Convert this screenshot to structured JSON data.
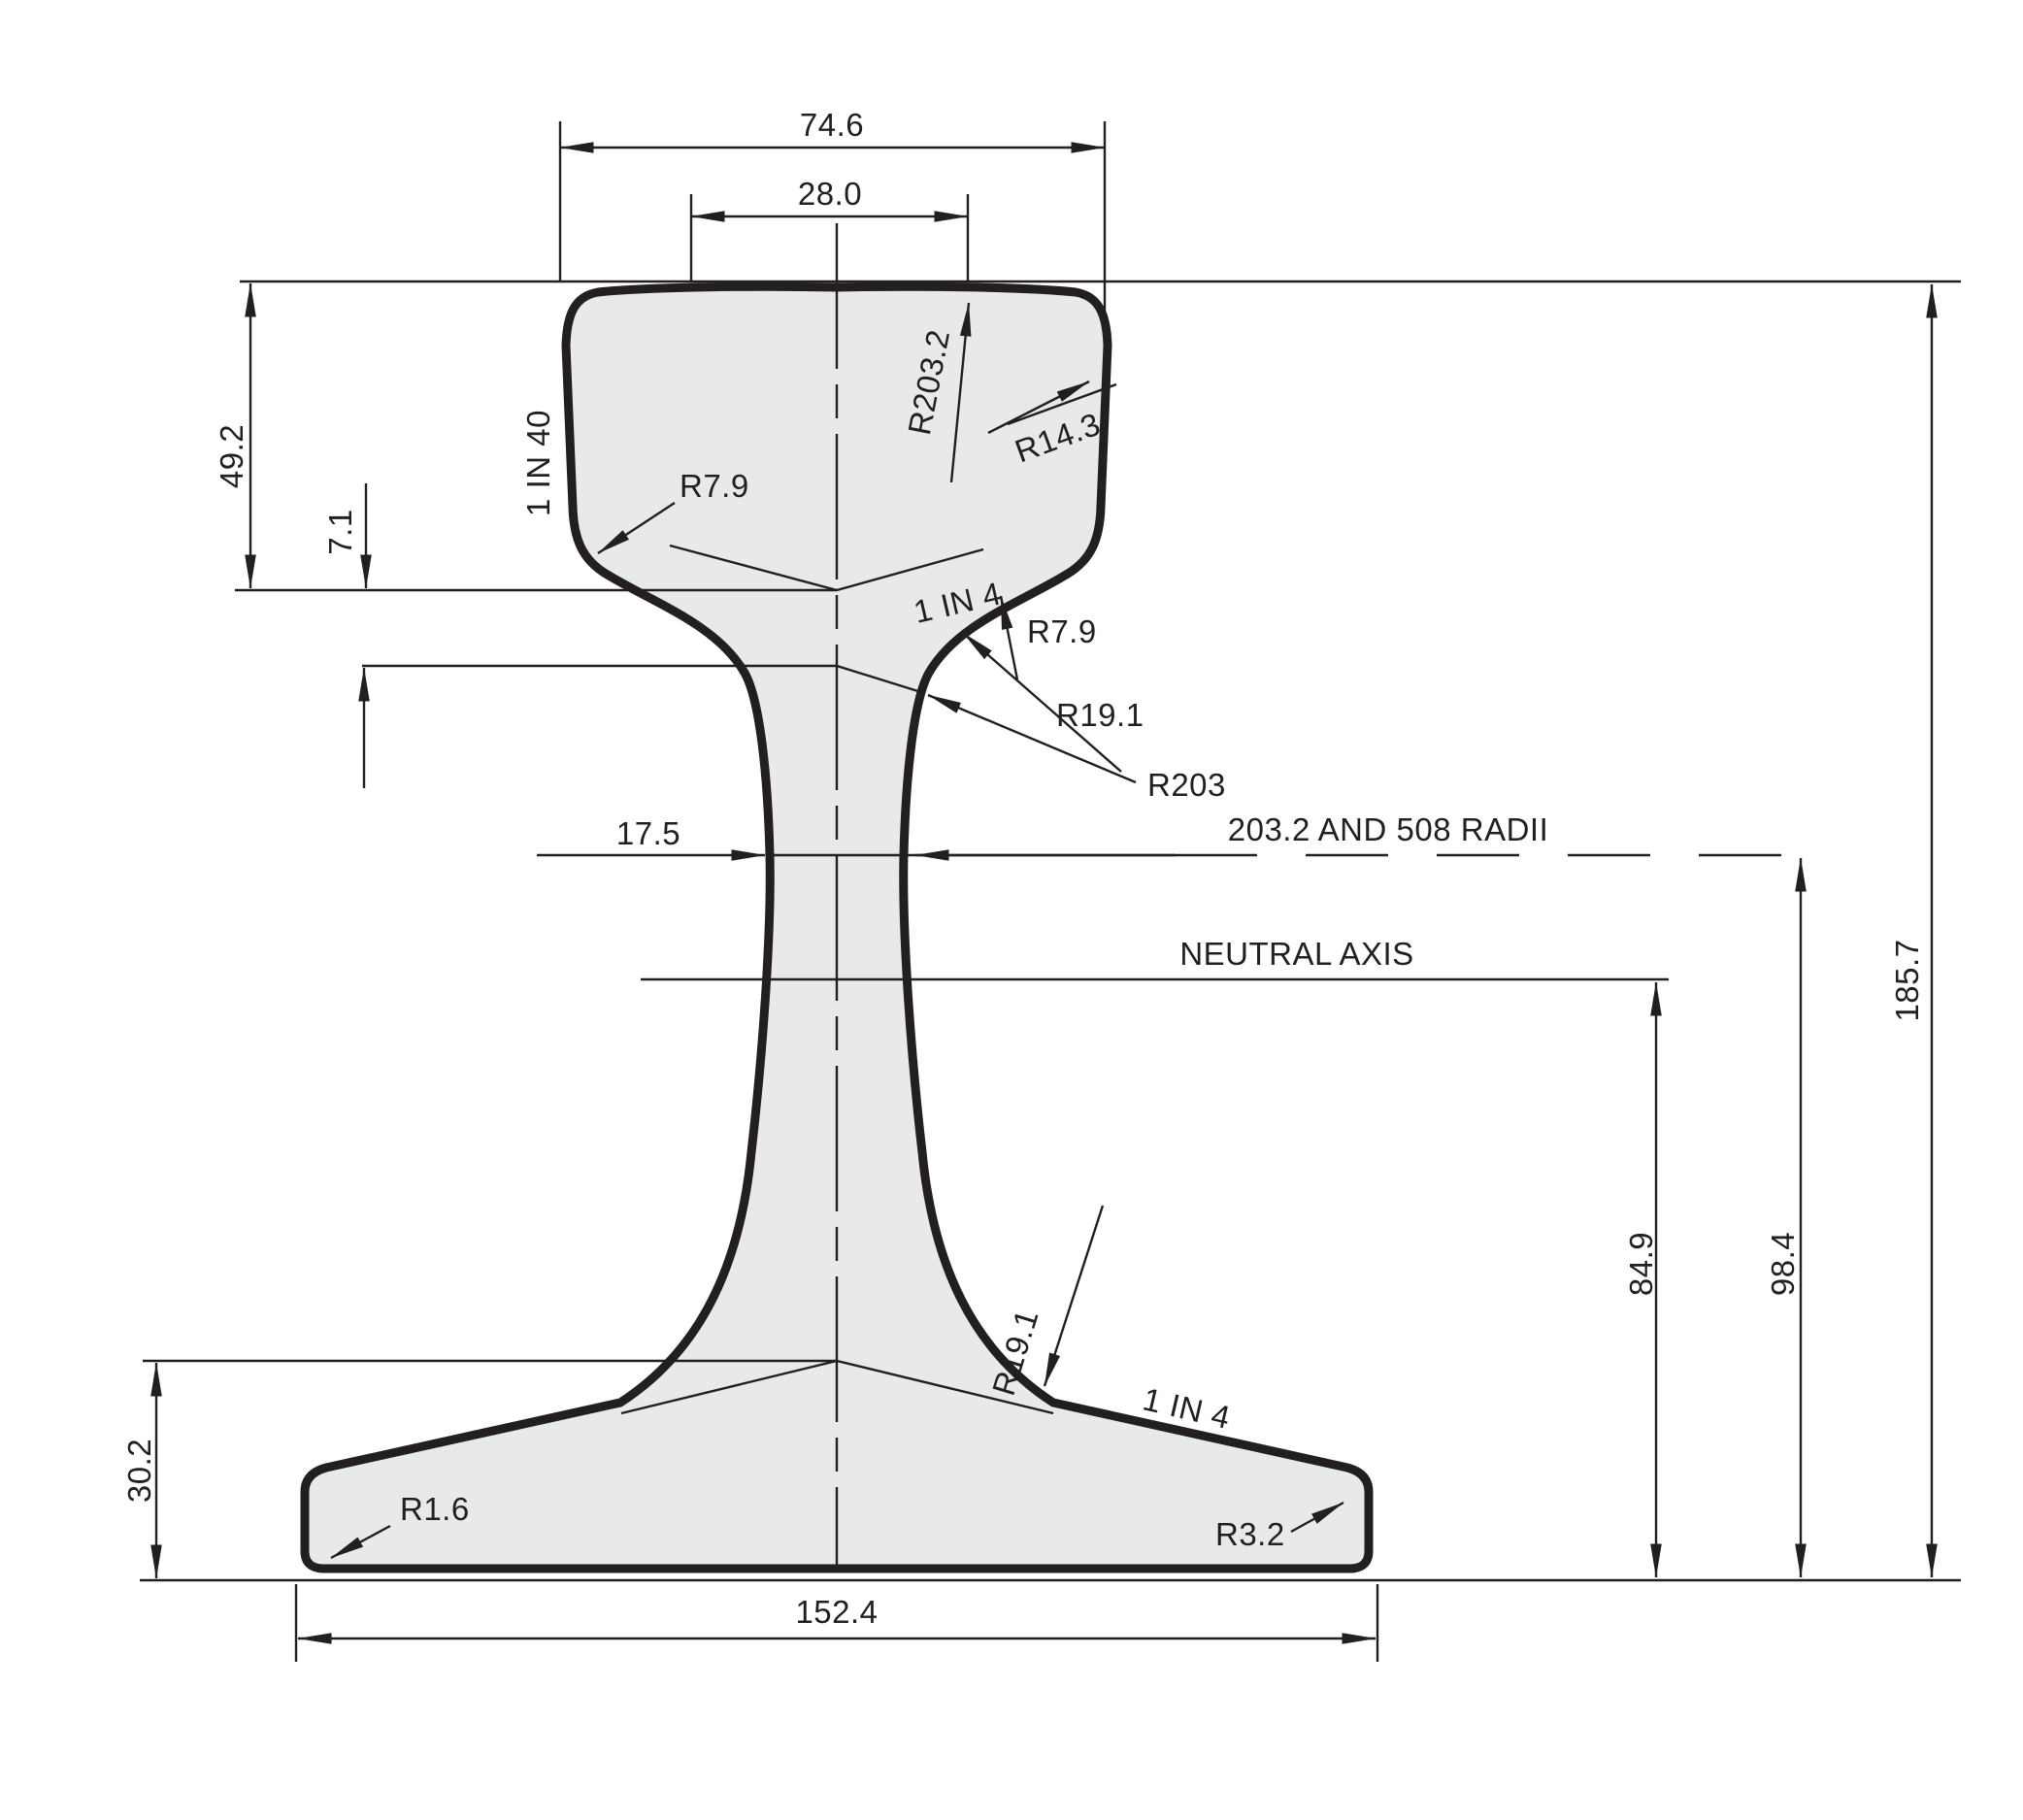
{
  "drawing": {
    "type": "rail cross-section engineering drawing",
    "units_implied": "mm"
  },
  "labels": {
    "head_width": "74.6",
    "head_top_width": "28.0",
    "head_depth": "49.2",
    "gauge_offset": "7.1",
    "head_side_slope": "1 IN 40",
    "head_fillet_left": "R7.9",
    "crown_radius": "R203.2",
    "head_corner_radius": "R14.3",
    "underhead_slope": "1 IN 4",
    "underhead_fillet": "R7.9",
    "underhead_radius": "R19.1",
    "web_radius": "R203",
    "web_thickness": "17.5",
    "web_radii_note": "203.2 AND 508 RADII",
    "neutral_axis": "NEUTRAL AXIS",
    "overall_height": "185.7",
    "neutral_axis_height": "84.9",
    "radii_line_height": "98.4",
    "foot_fillet": "R19.1",
    "foot_slope": "1 IN 4",
    "foot_edge_height": "30.2",
    "foot_corner_left": "R1.6",
    "foot_corner_right": "R3.2",
    "foot_width": "152.4"
  },
  "colors": {
    "line": "#231f20",
    "steel": "#e7e9ea",
    "background": "#ffffff"
  }
}
